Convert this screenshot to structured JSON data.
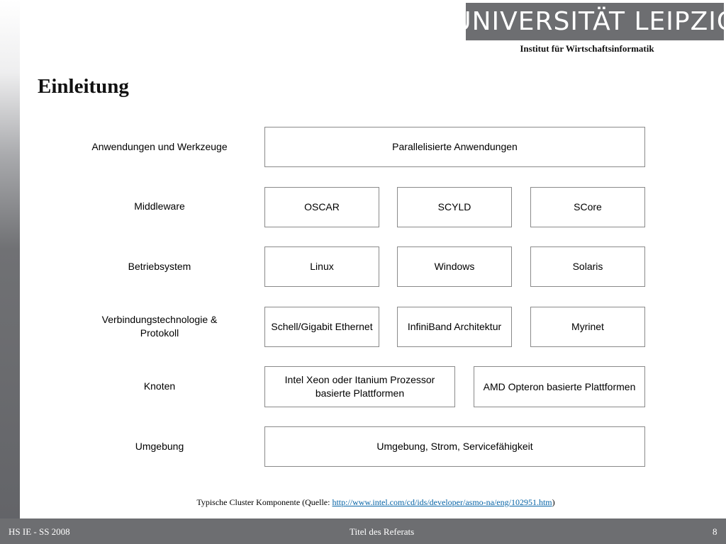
{
  "header": {
    "logo_text": "UNIVERSITÄT LEIPZIG",
    "institute": "Institut für Wirtschaftsinformatik"
  },
  "slide": {
    "title": "Einleitung"
  },
  "diagram": {
    "rows": [
      {
        "label": "Anwendungen und Werkzeuge",
        "boxes": [
          "Parallelisierte Anwendungen"
        ]
      },
      {
        "label": "Middleware",
        "boxes": [
          "OSCAR",
          "SCYLD",
          "SCore"
        ]
      },
      {
        "label": "Betriebsystem",
        "boxes": [
          "Linux",
          "Windows",
          "Solaris"
        ]
      },
      {
        "label": "Verbindungstechnologie & Protokoll",
        "boxes": [
          "Schell/Gigabit Ethernet",
          "InfiniBand Architektur",
          "Myrinet"
        ]
      },
      {
        "label": "Knoten",
        "boxes": [
          "Intel Xeon oder Itanium Prozessor basierte Plattformen",
          "AMD Opteron basierte Plattformen"
        ]
      },
      {
        "label": "Umgebung",
        "boxes": [
          "Umgebung, Strom, Servicefähigkeit"
        ]
      }
    ]
  },
  "caption": {
    "prefix": "Typische Cluster Komponente (Quelle: ",
    "link": "http://www.intel.com/cd/ids/developer/asmo-na/eng/102951.htm",
    "suffix": ")"
  },
  "footer": {
    "left": "HS IE - SS 2008",
    "center": "Titel des Referats",
    "page_number": "8"
  },
  "colors": {
    "band_gray": "#6d6e71",
    "link_blue": "#0563a6"
  }
}
